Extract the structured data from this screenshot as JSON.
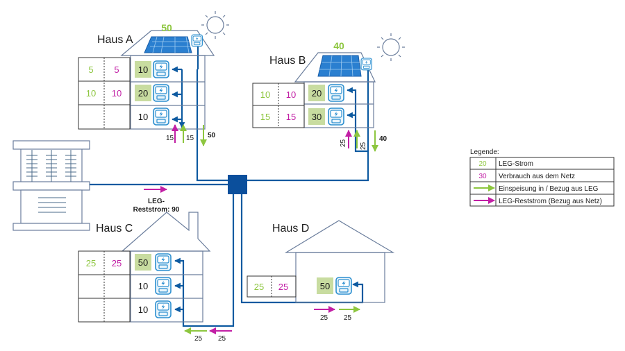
{
  "houses": {
    "a": {
      "name": "Haus A",
      "solar": "50",
      "table": [
        [
          "5",
          "5"
        ],
        [
          "10",
          "10"
        ],
        [
          "",
          ""
        ]
      ],
      "meters": [
        "10",
        "20",
        "10"
      ],
      "flows": {
        "left": "15",
        "right": "15",
        "out": "50"
      }
    },
    "b": {
      "name": "Haus B",
      "solar": "40",
      "table": [
        [
          "10",
          "10"
        ],
        [
          "15",
          "15"
        ]
      ],
      "meters": [
        "20",
        "30"
      ],
      "flows": {
        "left": "25",
        "right": "25",
        "out": "40"
      }
    },
    "c": {
      "name": "Haus C",
      "table": [
        [
          "25",
          "25"
        ],
        [
          "",
          ""
        ],
        [
          "",
          ""
        ]
      ],
      "meters": [
        "50",
        "10",
        "10"
      ],
      "flows": {
        "green": "25",
        "magenta": "25"
      }
    },
    "d": {
      "name": "Haus D",
      "table": [
        [
          "25",
          "25"
        ]
      ],
      "meters": [
        "50"
      ],
      "flows": {
        "magenta": "25",
        "green": "25"
      }
    }
  },
  "grid": {
    "label_line1": "LEG-",
    "label_line2": "Reststrom: 90"
  },
  "legend": {
    "title": "Legende:",
    "rows": [
      {
        "key": "20",
        "text": "LEG-Strom"
      },
      {
        "key": "30",
        "text": "Verbrauch aus dem Netz"
      },
      {
        "key": "",
        "text": "Einspeisung in / Bezug aus LEG"
      },
      {
        "key": "",
        "text": "LEG-Reststrom (Bezug aus Netz)"
      }
    ]
  },
  "colors": {
    "leg_green": "#8dc63f",
    "grid_magenta": "#c21fa5",
    "wire_blue": "#0d5aa0",
    "hub": "#0b4f9c",
    "meter_box": "#c8dca0"
  },
  "icons": {
    "sun": "sun-icon",
    "solar_panel": "solar-panel-icon",
    "meter": "smart-meter-icon",
    "grid": "transformer-icon",
    "hub": "junction-box-icon"
  }
}
